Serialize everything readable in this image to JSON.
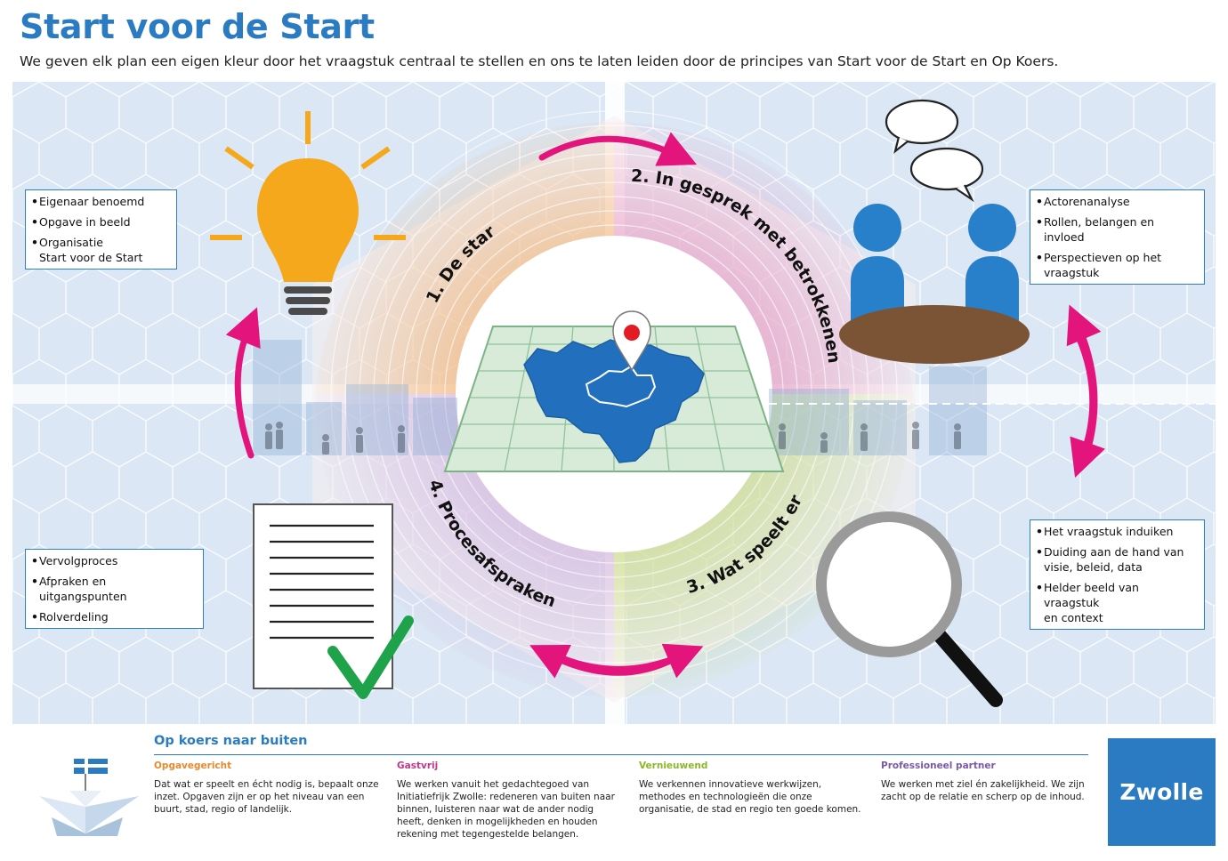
{
  "header": {
    "title": "Start voor de Start",
    "subtitle": "We geven elk plan een eigen kleur door het vraagstuk centraal te stellen en ons te laten leiden door de principes van Start voor de Start en Op Koers."
  },
  "steps": [
    {
      "label": "1. De start",
      "color": "#f5a04a"
    },
    {
      "label": "2. In gesprek met betrokkenen",
      "color": "#e27ab0"
    },
    {
      "label": "3. Wat speelt er?",
      "color": "#b9d35e"
    },
    {
      "label": "4. Procesafspraken",
      "color": "#c7a0d6"
    }
  ],
  "boxes": {
    "start": [
      "Eigenaar benoemd",
      "Opgave in beeld",
      "Organisatie\nStart voor de Start"
    ],
    "gesprek": [
      "Actorenanalyse",
      "Rollen, belangen en invloed",
      "Perspectieven op het\nvraagstuk"
    ],
    "speelt": [
      "Het vraagstuk induiken",
      "Duiding aan de hand van\nvisie, beleid, data",
      "Helder beeld van vraagstuk\nen context"
    ],
    "afspraken": [
      "Vervolgproces",
      "Afpraken en uitgangspunten",
      "Rolverdeling"
    ]
  },
  "footer": {
    "title": "Op koers naar buiten",
    "principles": [
      {
        "title": "Opgavegericht",
        "color": "#e8892e",
        "text": "Dat wat er speelt en écht nodig is, bepaalt onze\ninzet. Opgaven zijn er op het niveau van een\nbuurt, stad, regio of landelijk."
      },
      {
        "title": "Gastvrij",
        "color": "#c2378b",
        "text": "We werken vanuit het gedachtegoed van\nInitiatiefrijk Zwolle: redeneren van buiten naar\nbinnen, luisteren naar wat de ander nodig\nheeft, denken in mogelijkheden en houden\nrekening met tegengestelde belangen."
      },
      {
        "title": "Vernieuwend",
        "color": "#8db72b",
        "text": "We verkennen innovatieve werkwijzen,\nmethodes en technologieën die onze\norganisatie, de stad en regio ten goede komen."
      },
      {
        "title": "Professioneel partner",
        "color": "#7b5aa6",
        "text": "We werken met ziel én zakelijkheid. We zijn\nzacht op de relatie en scherp op de inhoud."
      }
    ]
  },
  "logo": {
    "text": "Zwolle"
  },
  "colors": {
    "brand_blue": "#2b7bc2",
    "arrow_magenta": "#e3157d",
    "panel_bg": "#dbe7f4",
    "map_blue": "#2270bd",
    "pin_red": "#e31c24",
    "bulb_yellow": "#f6a81c",
    "table_brown": "#7b5335",
    "check_green": "#1ea34a"
  },
  "icons": [
    "lightbulb-icon",
    "people-at-table-icon",
    "speech-bubbles-icon",
    "magnifying-glass-icon",
    "document-icon",
    "checkmark-icon",
    "location-pin-icon",
    "paper-boat-icon",
    "flag-icon"
  ]
}
